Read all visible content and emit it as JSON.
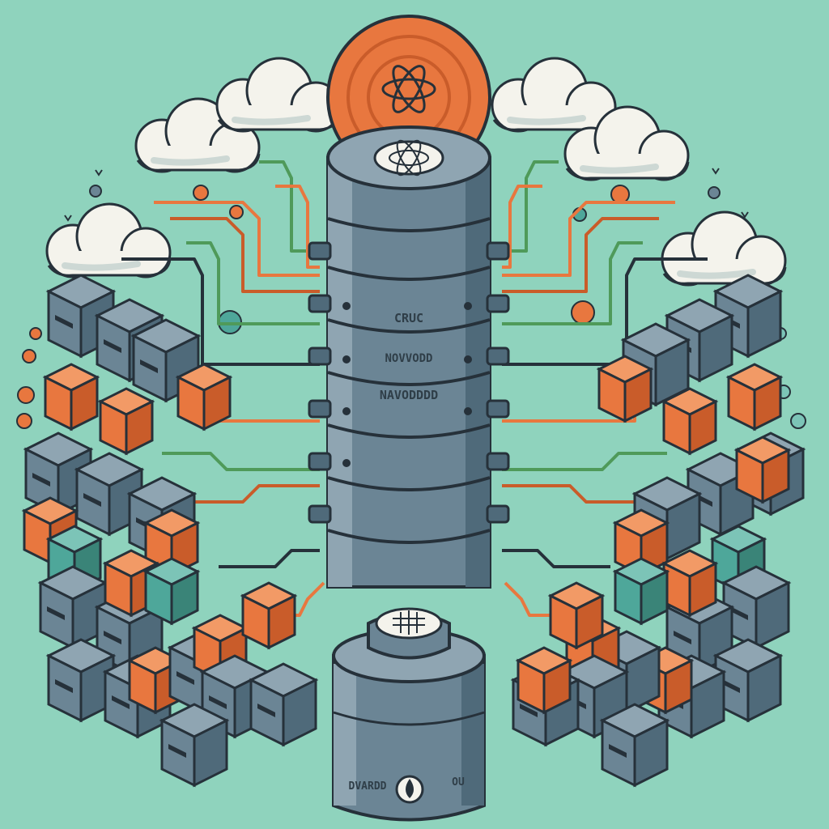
{
  "palette": {
    "background": "#8fd3bd",
    "outline": "#26313a",
    "steel_dark": "#4f6a7a",
    "steel": "#6b8595",
    "steel_light": "#8fa5b2",
    "orange": "#e8773f",
    "orange_dark": "#c95c2a",
    "teal": "#4ea79a",
    "green_wire": "#4f9a5a",
    "cloud": "#f4f3ec",
    "cloud_shade": "#cdd8d4"
  },
  "tower": {
    "labels": [
      "CRUC",
      "NOVVODD",
      "NAVODDDD"
    ]
  },
  "lower_canister": {
    "labels": [
      "DVARDD",
      "OU"
    ]
  },
  "icons": [
    "atom-emblem-icon",
    "grid-chip-icon",
    "droplet-logo-icon"
  ]
}
